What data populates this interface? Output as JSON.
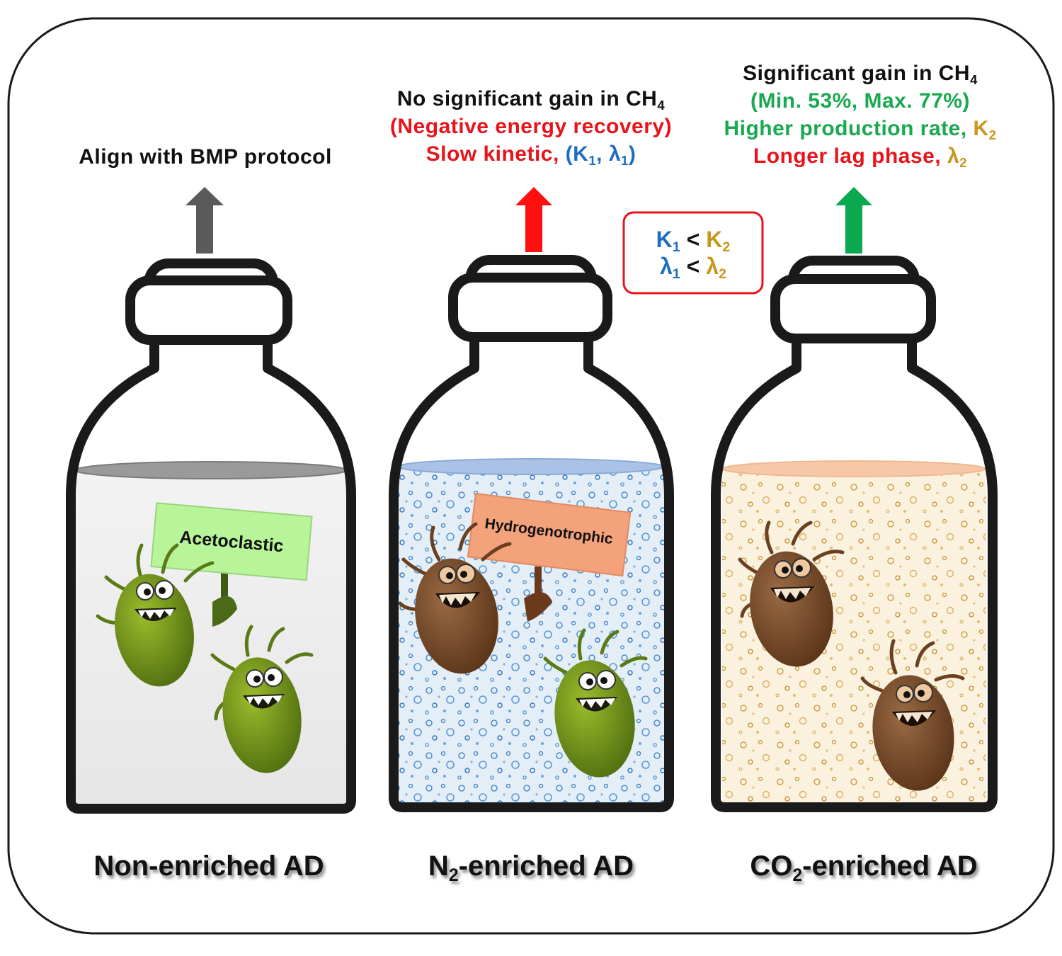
{
  "colors": {
    "outline": "#1a1a1a",
    "arrow_gray": "#5a5a5a",
    "arrow_red": "#ff1010",
    "arrow_green": "#0aa84f",
    "text_red": "#e8141b",
    "text_green": "#1aa850",
    "text_blue": "#1e6ec0",
    "text_gold": "#c8961a",
    "sign_green": "#b8f59a",
    "sign_orange": "#f4a27c",
    "microbe_green": "#6a8a1c",
    "microbe_brown": "#7a4a2a"
  },
  "bottles": [
    {
      "label": "Non-enriched AD",
      "label_sub": "",
      "arrow_color": "gray",
      "header": [
        "Align with BMP protocol"
      ],
      "sign": "Acetoclastic",
      "liquid": "clear"
    },
    {
      "label_prefix": "N",
      "label_sub": "2",
      "label_suffix": "-enriched AD",
      "arrow_color": "red",
      "header_line1": {
        "text": "No significant gain in CH",
        "sub": "4"
      },
      "header_line2": "(Negative energy recovery)",
      "header_line3": {
        "text": "Slow kinetic, ",
        "k": "(K",
        "k_sub": "1",
        "sep": ", λ",
        "l_sub": "1",
        "close": ")"
      },
      "sign": "Hydrogenotrophic",
      "liquid": "blue-bubbles"
    },
    {
      "label_prefix": "CO",
      "label_sub": "2",
      "label_suffix": "-enriched AD",
      "arrow_color": "green",
      "header_line1": {
        "text": "Significant gain in CH",
        "sub": "4"
      },
      "header_line2": "(Min. 53%, Max. 77%)",
      "header_line3": {
        "text": "Higher production rate, ",
        "k": "K",
        "k_sub": "2"
      },
      "header_line4": {
        "text": "Longer lag phase, ",
        "l": "λ",
        "l_sub": "2"
      },
      "liquid": "gold-bubbles"
    }
  ],
  "comparison": {
    "row1": {
      "a": "K",
      "a_sub": "1",
      "op": " < ",
      "b": "K",
      "b_sub": "2"
    },
    "row2": {
      "a": "λ",
      "a_sub": "1",
      "op": " < ",
      "b": "λ",
      "b_sub": "2"
    }
  }
}
